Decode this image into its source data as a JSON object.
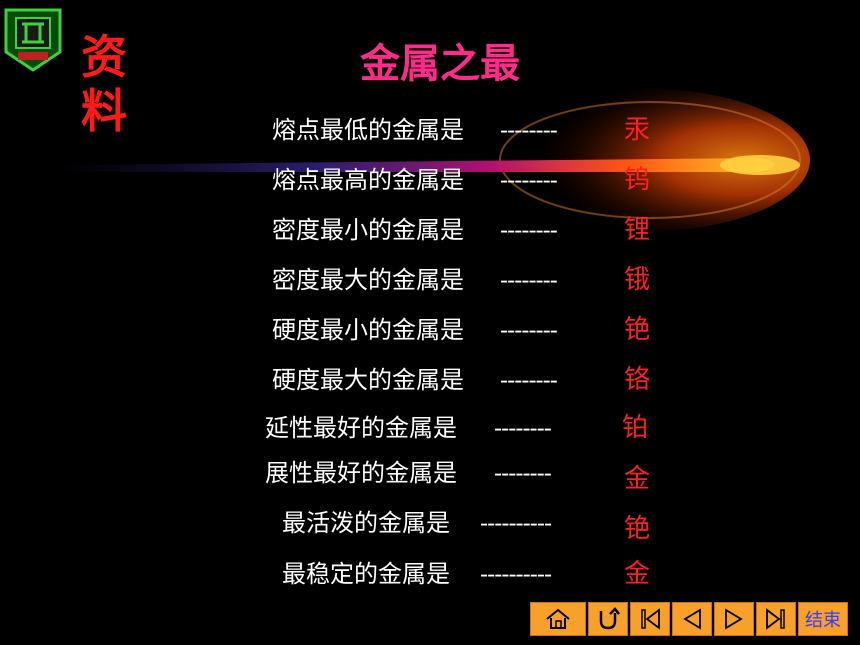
{
  "side_title": [
    "资",
    "料"
  ],
  "title": "金属之最",
  "items": [
    {
      "question": "熔点最低的金属是",
      "dashes": "--------",
      "answer": "汞"
    },
    {
      "question": "熔点最高的金属是",
      "dashes": "--------",
      "answer": "钨"
    },
    {
      "question": "密度最小的金属是",
      "dashes": "--------",
      "answer": "锂"
    },
    {
      "question": "密度最大的金属是",
      "dashes": "--------",
      "answer": "锇"
    },
    {
      "question": "硬度最小的金属是",
      "dashes": "--------",
      "answer": "铯"
    },
    {
      "question": "硬度最大的金属是",
      "dashes": "--------",
      "answer": "铬"
    },
    {
      "question": "延性最好的金属是",
      "dashes": "--------",
      "answer": "铂"
    },
    {
      "question": "展性最好的金属是",
      "dashes": "--------",
      "answer": "金"
    },
    {
      "question": "最活泼的金属是",
      "dashes": "----------",
      "answer": "铯"
    },
    {
      "question": "最稳定的金属是",
      "dashes": "----------",
      "answer": "金"
    }
  ],
  "nav": {
    "end_label": "结束",
    "icons": [
      "home-icon",
      "return-icon",
      "first-icon",
      "prev-icon",
      "next-icon",
      "last-icon"
    ]
  },
  "colors": {
    "background": "#000000",
    "title": "#ff2a8a",
    "side_title": "#ff1a1a",
    "answer": "#ff2020",
    "nav_button": "#f7a12a"
  }
}
